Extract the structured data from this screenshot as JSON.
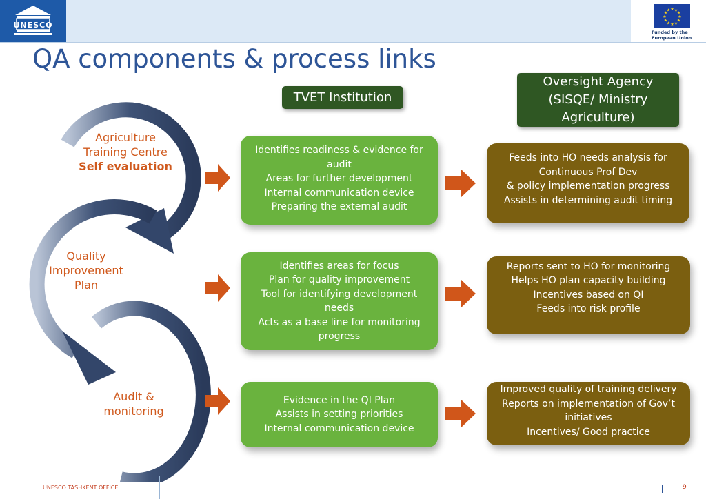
{
  "header": {
    "logo_text": "UNESCO",
    "funder_text": "Funded by the European Union"
  },
  "title": "QA components & process links",
  "column_headers": {
    "tvet": "TVET Institution",
    "oversight": [
      "Oversight Agency",
      "(SISQE/ Ministry",
      "Agriculture)"
    ]
  },
  "stages": [
    {
      "lines": [
        "Agriculture",
        "Training Centre"
      ],
      "bold_line": "Self evaluation"
    },
    {
      "lines": [
        "Quality",
        "Improvement",
        "Plan"
      ]
    },
    {
      "lines": [
        "Audit &",
        "monitoring"
      ]
    }
  ],
  "tvet_boxes": [
    {
      "lines": [
        "Identifies readiness & evidence for",
        "audit",
        "Areas for further development",
        "Internal communication device",
        "Preparing the external audit"
      ]
    },
    {
      "lines": [
        "Identifies areas for focus",
        "Plan for quality improvement",
        "Tool for identifying development",
        "needs",
        "Acts as a base line for monitoring",
        "progress"
      ]
    },
    {
      "lines": [
        "Evidence in the QI Plan",
        "Assists in setting priorities",
        "Internal communication device"
      ]
    }
  ],
  "oversight_boxes": [
    {
      "lines": [
        "Feeds into HO needs analysis for",
        "Continuous Prof Dev",
        "& policy implementation progress",
        "Assists in determining audit timing"
      ]
    },
    {
      "lines": [
        "Reports sent to HO for monitoring",
        "Helps HO plan capacity building",
        "Incentives based on QI",
        "Feeds into risk profile"
      ]
    },
    {
      "lines": [
        "Improved quality of training delivery",
        "Reports on implementation of Gov’t",
        "initiatives",
        "Incentives/ Good practice"
      ]
    }
  ],
  "footer": {
    "office": "UNESCO TASHKENT OFFICE",
    "page": "9"
  },
  "colors": {
    "title_blue": "#2e5597",
    "header_green": "#2f5723",
    "box_green": "#6ab33e",
    "box_brown": "#7b5f10",
    "arrow_orange": "#d0561a",
    "stage_orange": "#d05a1e",
    "cycle_blue": "#3a4d6e"
  }
}
